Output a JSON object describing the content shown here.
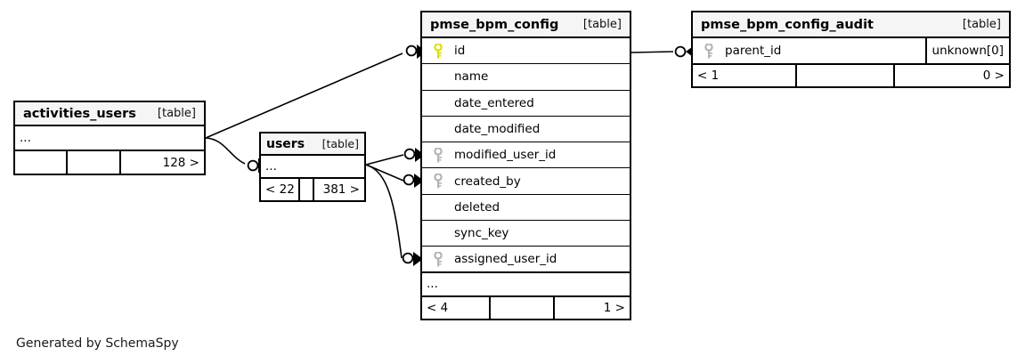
{
  "diagram": {
    "generator_credit": "Generated by SchemaSpy",
    "table_tag": "[table]",
    "ellipsis": "...",
    "colors": {
      "primary_key": "#dede00",
      "foreign_key": "#b4b4b4",
      "border": "#000000",
      "header_bg": "#f5f5f5",
      "background": "#ffffff"
    }
  },
  "tables": {
    "pmse_bpm_config": {
      "name": "pmse_bpm_config",
      "tag": "[table]",
      "columns": [
        {
          "name": "id",
          "key": "primary",
          "key_icon": "key-icon-primary"
        },
        {
          "name": "name",
          "key": "none",
          "key_icon": ""
        },
        {
          "name": "date_entered",
          "key": "none",
          "key_icon": ""
        },
        {
          "name": "date_modified",
          "key": "none",
          "key_icon": ""
        },
        {
          "name": "modified_user_id",
          "key": "foreign",
          "key_icon": "key-icon-foreign"
        },
        {
          "name": "created_by",
          "key": "foreign",
          "key_icon": "key-icon-foreign"
        },
        {
          "name": "deleted",
          "key": "none",
          "key_icon": ""
        },
        {
          "name": "sync_key",
          "key": "none",
          "key_icon": ""
        },
        {
          "name": "assigned_user_id",
          "key": "foreign",
          "key_icon": "key-icon-foreign"
        }
      ],
      "more_indicator": "...",
      "footer": {
        "left": "< 4",
        "middle": "",
        "right": "1 >"
      }
    },
    "pmse_bpm_config_audit": {
      "name": "pmse_bpm_config_audit",
      "tag": "[table]",
      "columns": [
        {
          "name": "parent_id",
          "key": "foreign",
          "key_icon": "key-icon-foreign",
          "type": "unknown[0]"
        }
      ],
      "footer": {
        "left": "< 1",
        "middle": "",
        "right": "0 >"
      }
    },
    "activities_users": {
      "name": "activities_users",
      "tag": "[table]",
      "more_indicator": "...",
      "footer": {
        "left": "",
        "middle": "",
        "right": "128 >"
      }
    },
    "users": {
      "name": "users",
      "tag": "[table]",
      "more_indicator": "...",
      "footer": {
        "left": "< 22",
        "middle": "",
        "right": "381 >"
      }
    }
  },
  "relationships": [
    {
      "from": "activities_users",
      "to": "pmse_bpm_config.id",
      "notation": "zero-or-many"
    },
    {
      "from": "activities_users",
      "to": "users",
      "notation": "zero-or-many"
    },
    {
      "from": "users",
      "to": "pmse_bpm_config.modified_user_id",
      "notation": "zero-or-many"
    },
    {
      "from": "users",
      "to": "pmse_bpm_config.created_by",
      "notation": "zero-or-many"
    },
    {
      "from": "users",
      "to": "pmse_bpm_config.assigned_user_id",
      "notation": "zero-or-many"
    },
    {
      "from": "pmse_bpm_config.id",
      "to": "pmse_bpm_config_audit.parent_id",
      "notation": "zero-or-many"
    }
  ]
}
